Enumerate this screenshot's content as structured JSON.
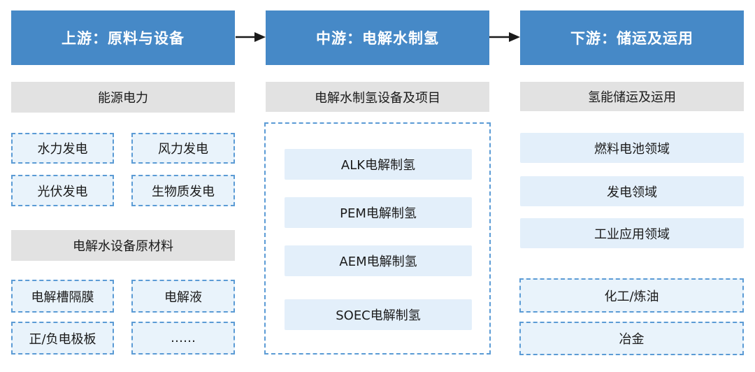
{
  "columns": [
    {
      "header": "上游：原料与设备",
      "section1_label": "能源电力",
      "grid1": [
        "水力发电",
        "风力发电",
        "光伏发电",
        "生物质发电"
      ],
      "section2_label": "电解水设备原材料",
      "grid2": [
        "电解槽隔膜",
        "电解液",
        "正/负电极板",
        "……"
      ]
    },
    {
      "header": "中游：电解水制氢",
      "section1_label": "电解水制氢设备及项目",
      "items": [
        "ALK电解制氢",
        "PEM电解制氢",
        "AEM电解制氢",
        "SOEC电解制氢"
      ]
    },
    {
      "header": "下游：储运及运用",
      "section1_label": "氢能储运及运用",
      "items": [
        "燃料电池领域",
        "发电领域",
        "工业应用领域"
      ],
      "dashed_items": [
        "化工/炼油",
        "冶金"
      ]
    }
  ],
  "colors": {
    "header_bg": "#4689C7",
    "header_text": "#FFFFFF",
    "gray_bg": "#E2E2E2",
    "dashed_border": "#5B9BD5",
    "dashed_fill": "#E9F3FB",
    "item_fill": "#E3EFFA",
    "text": "#1A1A1A",
    "arrow": "#1A1A1A"
  }
}
